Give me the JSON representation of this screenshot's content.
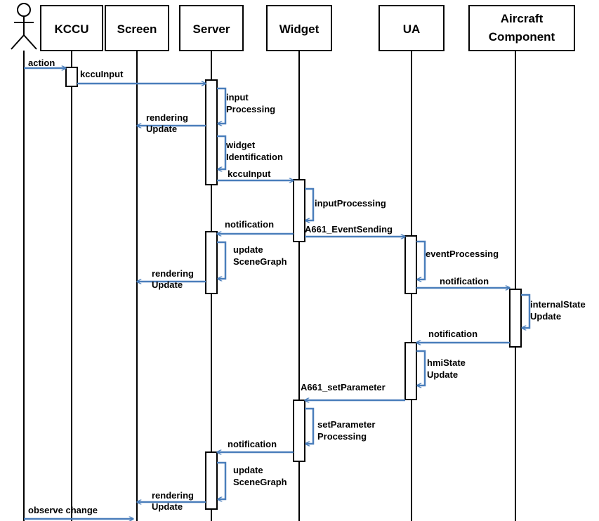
{
  "participants": [
    {
      "id": "user",
      "label": "",
      "kind": "actor"
    },
    {
      "id": "kccu",
      "label": "KCCU"
    },
    {
      "id": "screen",
      "label": "Screen"
    },
    {
      "id": "server",
      "label": "Server"
    },
    {
      "id": "widget",
      "label": "Widget"
    },
    {
      "id": "ua",
      "label": "UA"
    },
    {
      "id": "aircraft",
      "label": "Aircraft Component"
    }
  ],
  "messages": [
    {
      "from": "user",
      "to": "kccu",
      "lines": [
        "action"
      ]
    },
    {
      "from": "kccu",
      "to": "server",
      "lines": [
        "kccuInput"
      ]
    },
    {
      "from": "server",
      "to": "server",
      "lines": [
        "input",
        "Processing"
      ]
    },
    {
      "from": "server",
      "to": "screen",
      "lines": [
        "rendering",
        "Update"
      ]
    },
    {
      "from": "server",
      "to": "server",
      "lines": [
        "widget",
        "Identification"
      ]
    },
    {
      "from": "server",
      "to": "widget",
      "lines": [
        "kccuInput"
      ]
    },
    {
      "from": "widget",
      "to": "widget",
      "lines": [
        "inputProcessing"
      ]
    },
    {
      "from": "widget",
      "to": "server",
      "lines": [
        "notification"
      ]
    },
    {
      "from": "widget",
      "to": "ua",
      "lines": [
        "A661_EventSending"
      ]
    },
    {
      "from": "server",
      "to": "server",
      "lines": [
        "update",
        "SceneGraph"
      ]
    },
    {
      "from": "ua",
      "to": "ua",
      "lines": [
        "eventProcessing"
      ]
    },
    {
      "from": "server",
      "to": "screen",
      "lines": [
        "rendering",
        "Update"
      ]
    },
    {
      "from": "ua",
      "to": "aircraft",
      "lines": [
        "notification"
      ]
    },
    {
      "from": "aircraft",
      "to": "aircraft",
      "lines": [
        "internalState",
        "Update"
      ]
    },
    {
      "from": "aircraft",
      "to": "ua",
      "lines": [
        "notification"
      ]
    },
    {
      "from": "ua",
      "to": "ua",
      "lines": [
        "hmiState",
        "Update"
      ]
    },
    {
      "from": "ua",
      "to": "widget",
      "lines": [
        "A661_setParameter"
      ]
    },
    {
      "from": "widget",
      "to": "widget",
      "lines": [
        "setParameter",
        "Processing"
      ]
    },
    {
      "from": "widget",
      "to": "server",
      "lines": [
        "notification"
      ]
    },
    {
      "from": "server",
      "to": "server",
      "lines": [
        "update",
        "SceneGraph"
      ]
    },
    {
      "from": "server",
      "to": "screen",
      "lines": [
        "rendering",
        "Update"
      ]
    },
    {
      "from": "user",
      "to": "screen",
      "lines": [
        "observe change"
      ]
    }
  ],
  "colors": {
    "arrow": "#4A7EBB",
    "line": "#000000",
    "box_fill": "#ffffff"
  }
}
